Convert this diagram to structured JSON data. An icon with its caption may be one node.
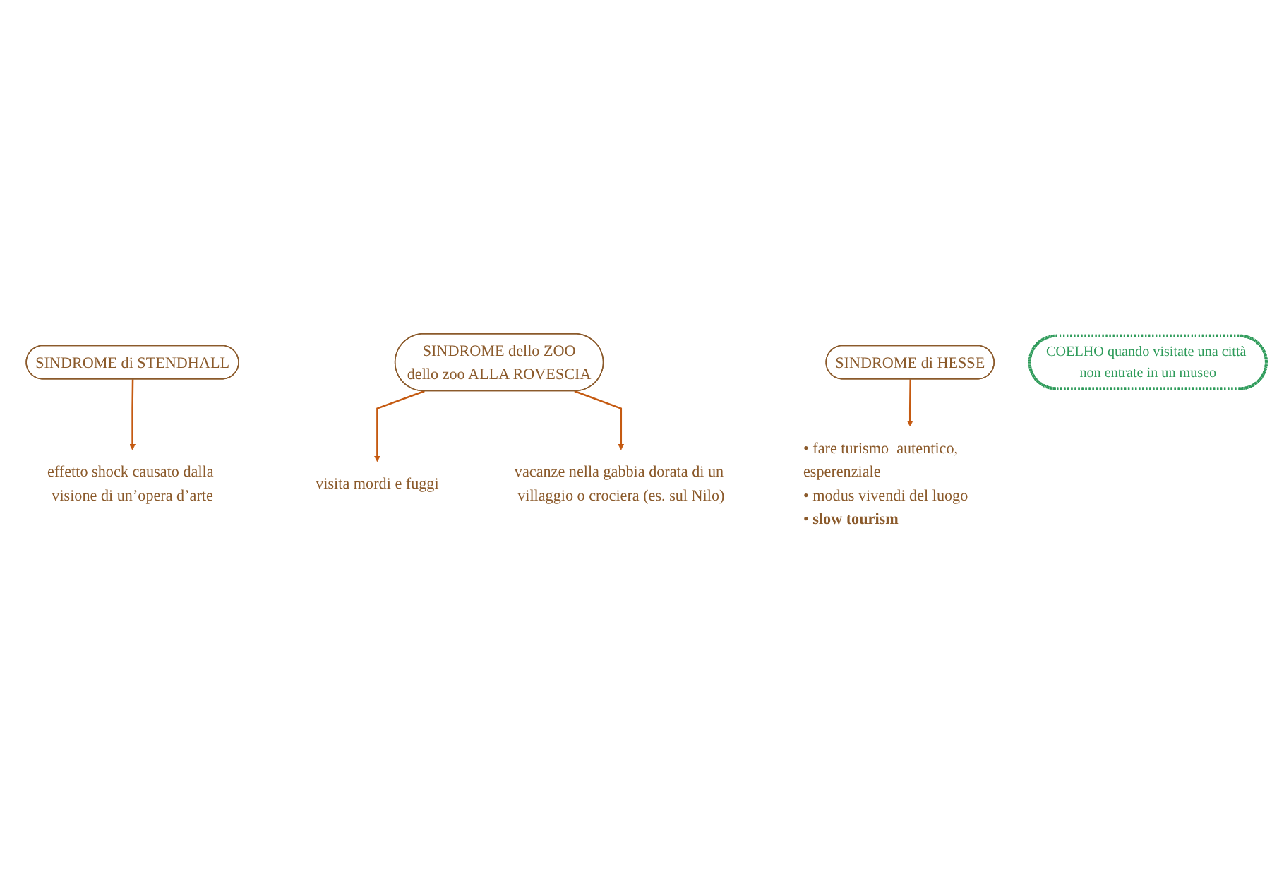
{
  "diagram": {
    "nodes": [
      {
        "text": [
          "SINDROME di STENDHALL"
        ]
      },
      {
        "text": [
          "effetto shock causato dalla visione di un’opera d’arte"
        ]
      },
      {
        "text": [
          "SINDROME dello ZOO",
          "dello zoo ALLA ROVESCIA"
        ]
      },
      {
        "text": [
          "visita mordi e fuggi"
        ]
      },
      {
        "text": [
          "vacanze nella gabbia dorata di un villaggio o crociera (es. sul Nilo)"
        ]
      },
      {
        "text": [
          "SINDROME di HESSE"
        ]
      },
      {
        "text": [
          "• fare turismo  autentico, esperenziale",
          "• modus vivendi del luogo",
          "• **slow tourism**"
        ]
      },
      {
        "text": [
          "COELHO quando visitate una città non entrate in un museo"
        ]
      }
    ],
    "edges": [
      {
        "from": 0,
        "to": 1,
        "arrow": "to"
      },
      {
        "from": 2,
        "to": 3,
        "arrow": "to"
      },
      {
        "from": 2,
        "to": 4,
        "arrow": "to"
      },
      {
        "from": 5,
        "to": 6,
        "arrow": "to"
      }
    ]
  }
}
